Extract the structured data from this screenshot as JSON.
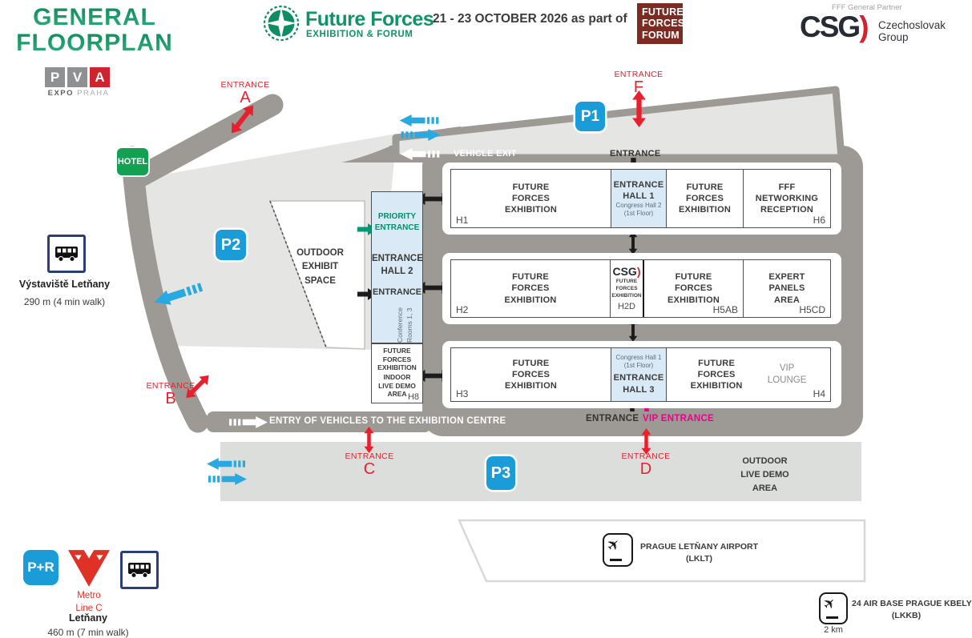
{
  "header": {
    "title1": "GENERAL",
    "title2": "FLOORPLAN",
    "pva": {
      "p": "P",
      "v": "V",
      "a": "A",
      "expo": "EXPO",
      "praha": "PRAHA"
    },
    "ff": {
      "name": "Future Forces",
      "sub": "EXHIBITION & FORUM"
    },
    "date": "21 - 23 OCTOBER 2026 as part of",
    "fff": {
      "l1": "FUTURE",
      "l2": "FORCES",
      "l3": "FORUM"
    },
    "partner": "FFF General Partner",
    "csg": {
      "name": "CSG",
      "paren": ")",
      "group": "Czechoslovak\nGroup"
    }
  },
  "map": {
    "badges": {
      "p1": "P1",
      "p2": "P2",
      "p3": "P3"
    },
    "hotel": "HOTEL",
    "roads": {
      "vehicle_exit": "VEHICLE EXIT",
      "entrance_top": "ENTRANCE",
      "entry": "ENTRY OF VEHICLES TO THE EXHIBITION CENTRE",
      "entrance_bottom": "ENTRANCE",
      "vip": "VIP ENTRANCE"
    },
    "entrances": {
      "a": {
        "word": "ENTRANCE",
        "letter": "A"
      },
      "f": {
        "word": "ENTRANCE",
        "letter": "F"
      },
      "b": {
        "word": "ENTRANCE",
        "letter": "B"
      },
      "c": {
        "word": "ENTRANCE",
        "letter": "C"
      },
      "d": {
        "word": "ENTRANCE",
        "letter": "D"
      }
    },
    "hall2": {
      "priority": "PRIORITY\nENTRANCE",
      "title": "ENTRANCE\nHALL 2",
      "entrance": "ENTRANCE",
      "conference": "Conference\nRooms 1, 3"
    },
    "h8": {
      "ffe": "FUTURE\nFORCES\nEXHIBITION",
      "demo": "INDOOR\nLIVE DEMO\nAREA",
      "code": "H8"
    },
    "rows": {
      "r1": {
        "c1": {
          "text": "FUTURE\nFORCES\nEXHIBITION",
          "code": "H1"
        },
        "c2": {
          "title": "ENTRANCE\nHALL 1",
          "sub": "Congress Hall 2",
          "sub2": "(1st Floor)"
        },
        "c3": {
          "text": "FUTURE\nFORCES\nEXHIBITION"
        },
        "c4": {
          "text": "FFF\nNETWORKING\nRECEPTION",
          "code": "H6"
        }
      },
      "r2": {
        "c1": {
          "text": "FUTURE\nFORCES\nEXHIBITION",
          "code": "H2"
        },
        "c2": {
          "csg": "CSG",
          "paren": ")",
          "text": "FUTURE\nFORCES\nEXHIBITION",
          "code": "H2D"
        },
        "c3": {
          "text": "FUTURE\nFORCES\nEXHIBITION",
          "code": "H5AB"
        },
        "c4": {
          "text": "EXPERT\nPANELS\nAREA",
          "code": "H5CD"
        }
      },
      "r3": {
        "c1": {
          "text": "FUTURE\nFORCES\nEXHIBITION",
          "code": "H3"
        },
        "c2": {
          "sub": "Congress Hall 1",
          "sub2": "(1st Floor)",
          "title": "ENTRANCE\nHALL 3"
        },
        "c3": {
          "text": "FUTURE\nFORCES\nEXHIBITION",
          "vip": "VIP\nLOUNGE",
          "code": "H4"
        }
      }
    },
    "outdoor_exhibit": "OUTDOOR\nEXHIBIT\nSPACE",
    "outdoor_demo": "OUTDOOR\nLIVE DEMO\nAREA",
    "transit_bus": {
      "name": "Výstaviště Letňany",
      "dist": "290 m (4 min walk)"
    },
    "transit_metro": {
      "pr": "P+R",
      "label": "Metro\nLine C",
      "name": "Letňany",
      "dist": "460 m (7 min walk)"
    },
    "airports": {
      "lklt": {
        "name": "PRAGUE LETŇANY AIRPORT",
        "code": "(LKLT)"
      },
      "lkkb": {
        "name": "24 AIR BASE PRAGUE KBELY",
        "code": "(LKKB)",
        "dist": "2 km"
      }
    }
  }
}
